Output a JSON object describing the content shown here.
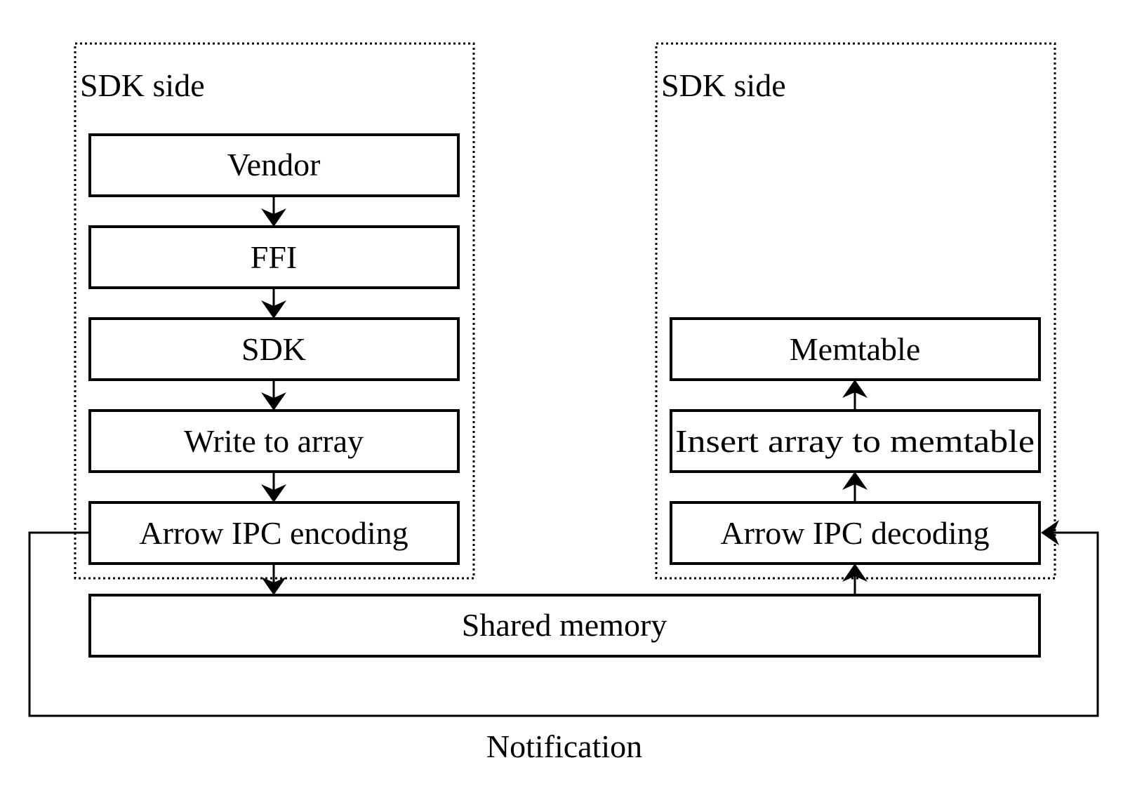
{
  "groups": {
    "left": {
      "label": "SDK side"
    },
    "right": {
      "label": "SDK side"
    }
  },
  "nodes": {
    "vendor": {
      "label": "Vendor"
    },
    "ffi": {
      "label": "FFI"
    },
    "sdk": {
      "label": "SDK"
    },
    "write_to_array": {
      "label": "Write to array"
    },
    "arrow_ipc_encoding": {
      "label": "Arrow IPC encoding"
    },
    "shared_memory": {
      "label": "Shared memory"
    },
    "arrow_ipc_decoding": {
      "label": "Arrow IPC decoding"
    },
    "insert_array_to_memtable": {
      "label": "Insert array to memtable"
    },
    "memtable": {
      "label": "Memtable"
    }
  },
  "edges": {
    "notification": {
      "label": "Notification"
    }
  }
}
